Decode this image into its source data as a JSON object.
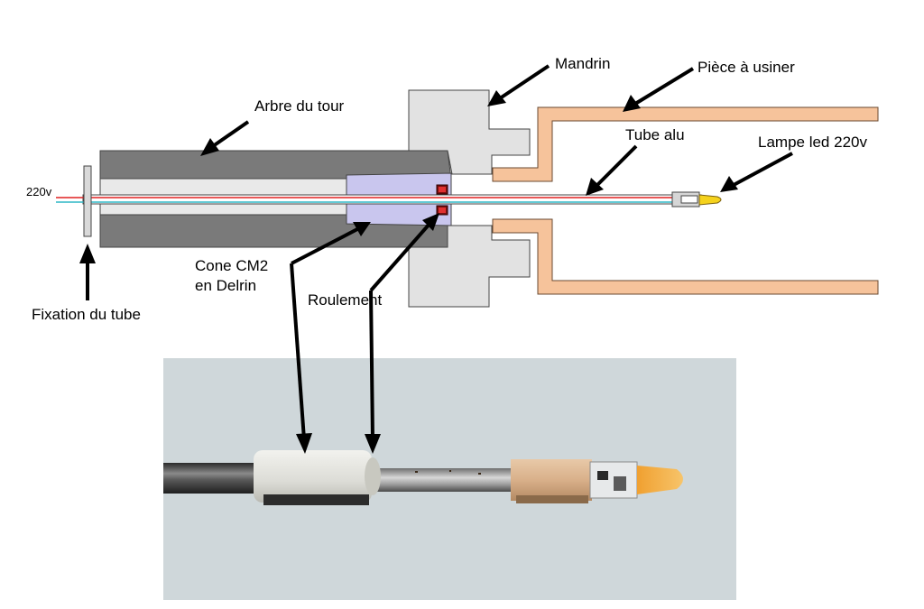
{
  "labels": {
    "arbre": "Arbre du tour",
    "mandrin": "Mandrin",
    "piece": "Pièce à usiner",
    "tube": "Tube alu",
    "lampe": "Lampe led 220v",
    "voltage": "220v",
    "fixation": "Fixation du tube",
    "cone_line1": "Cone CM2",
    "cone_line2": "en Delrin",
    "roulement": "Roulement"
  },
  "colors": {
    "spindle": "#7a7a7a",
    "chuck": "#e2e2e2",
    "workpiece": "#f6c39b",
    "cone": "#c9c6ee",
    "wire_red": "#e02020",
    "wire_cyan": "#2fb7c6",
    "led": "#f5d21c",
    "photo_bg": "#cfd7da"
  },
  "icons": [
    "arrow-icon",
    "led-lamp-icon",
    "bearing-icon"
  ]
}
